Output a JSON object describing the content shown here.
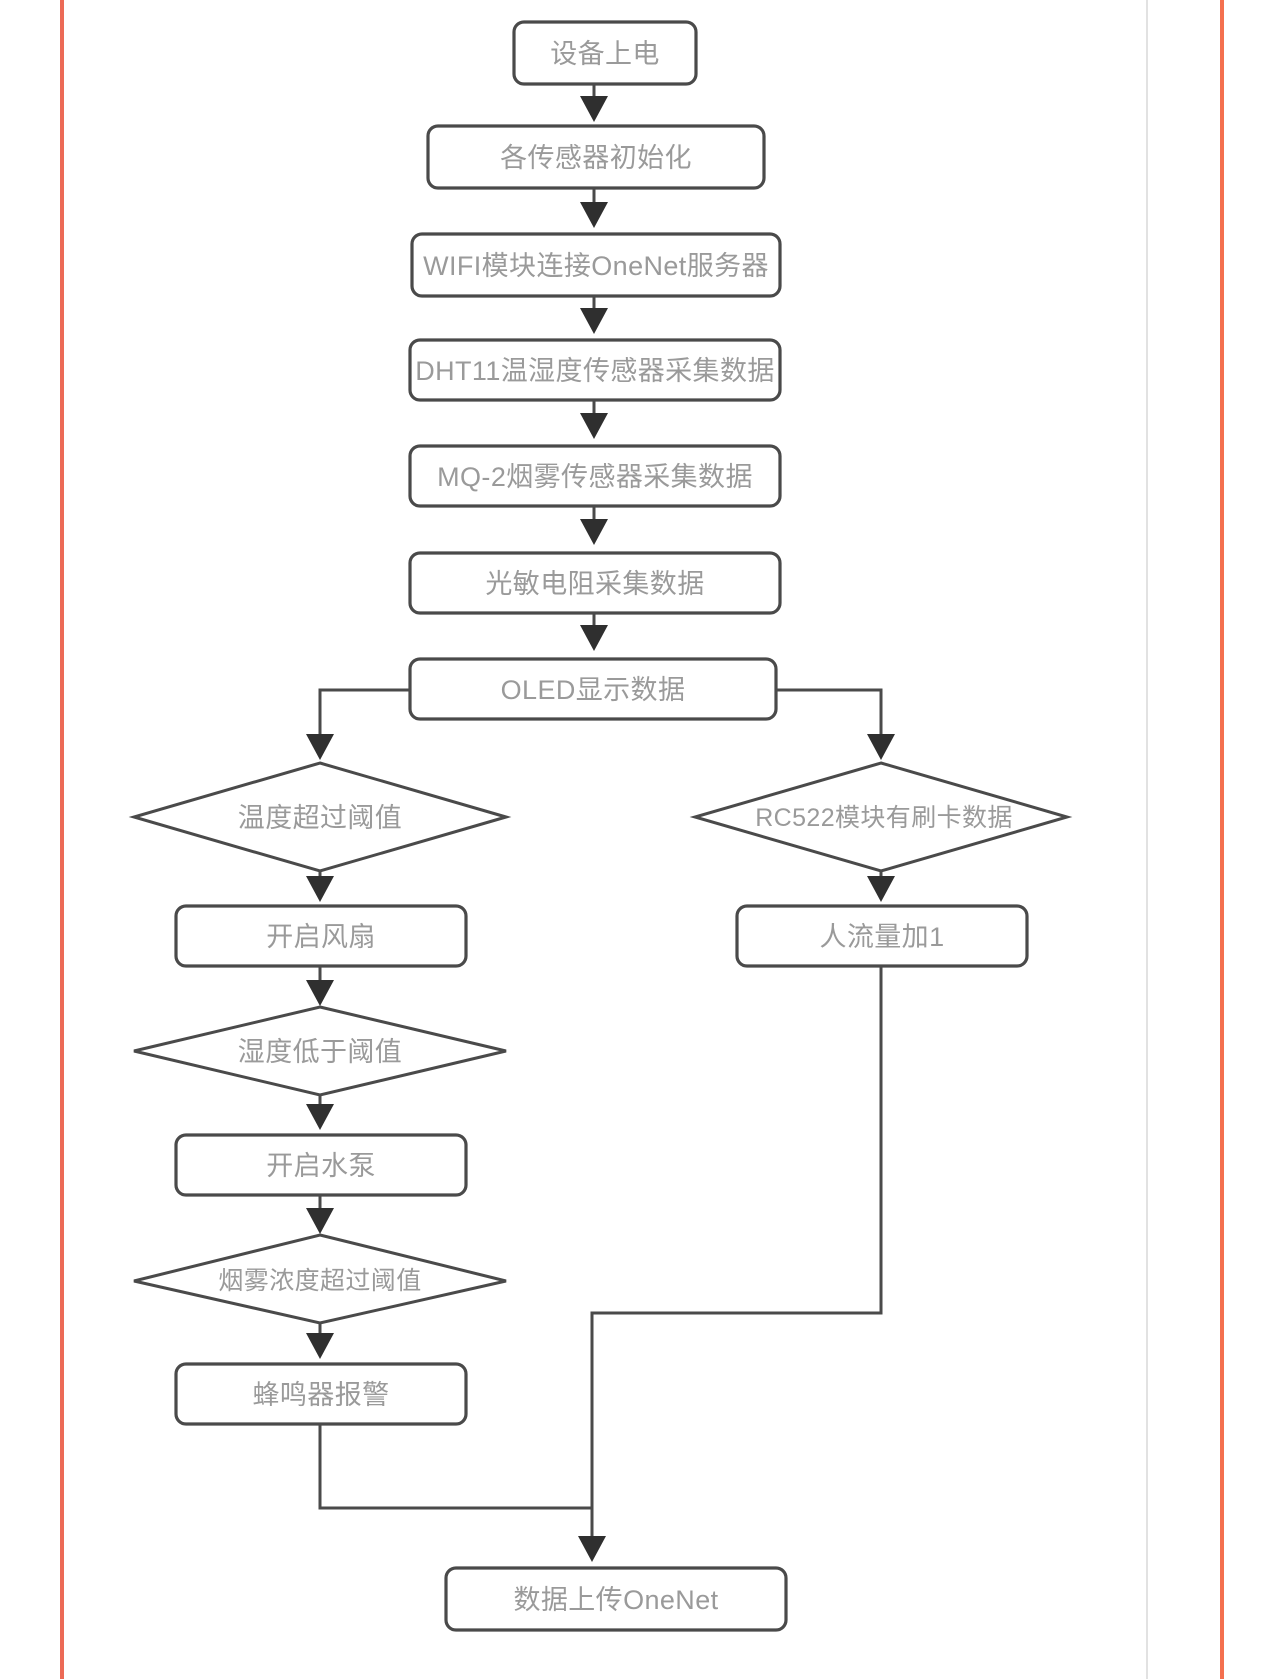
{
  "page": {
    "background_color": "#ffffff",
    "rules": [
      {
        "name": "left-margin-rule",
        "color": "#ec6a56"
      },
      {
        "name": "right-margin-rule",
        "color": "#f4704f"
      },
      {
        "name": "faint-inner-rule",
        "color": "#e2e2e2"
      }
    ]
  },
  "chart_data": {
    "type": "diagram",
    "diagram_kind": "flowchart",
    "title": "",
    "orientation": "top-to-bottom",
    "style": {
      "node_fill": "#ffffff",
      "node_stroke": "#4a4a4a",
      "text_color": "#9a9a9a",
      "connector_color": "#4a4a4a",
      "arrowhead_color": "#2f2f2f"
    },
    "nodes": [
      {
        "id": "n1",
        "shape": "rounded-rect",
        "label": "设备上电"
      },
      {
        "id": "n2",
        "shape": "rounded-rect",
        "label": "各传感器初始化"
      },
      {
        "id": "n3",
        "shape": "rounded-rect",
        "label": "WIFI模块连接OneNet服务器"
      },
      {
        "id": "n4",
        "shape": "rounded-rect",
        "label": "DHT11温湿度传感器采集数据"
      },
      {
        "id": "n5",
        "shape": "rounded-rect",
        "label": "MQ-2烟雾传感器采集数据"
      },
      {
        "id": "n6",
        "shape": "rounded-rect",
        "label": "光敏电阻采集数据"
      },
      {
        "id": "n7",
        "shape": "rounded-rect",
        "label": "OLED显示数据"
      },
      {
        "id": "d1",
        "shape": "diamond",
        "label": "温度超过阈值"
      },
      {
        "id": "n8",
        "shape": "rounded-rect",
        "label": "开启风扇"
      },
      {
        "id": "d2",
        "shape": "diamond",
        "label": "湿度低于阈值"
      },
      {
        "id": "n9",
        "shape": "rounded-rect",
        "label": "开启水泵"
      },
      {
        "id": "d3",
        "shape": "diamond",
        "label": "烟雾浓度超过阈值"
      },
      {
        "id": "n10",
        "shape": "rounded-rect",
        "label": "蜂鸣器报警"
      },
      {
        "id": "d4",
        "shape": "diamond",
        "label": "RC522模块有刷卡数据"
      },
      {
        "id": "n11",
        "shape": "rounded-rect",
        "label": "人流量加1"
      },
      {
        "id": "n12",
        "shape": "rounded-rect",
        "label": "数据上传OneNet"
      }
    ],
    "edges": [
      {
        "from": "n1",
        "to": "n2",
        "label": ""
      },
      {
        "from": "n2",
        "to": "n3",
        "label": ""
      },
      {
        "from": "n3",
        "to": "n4",
        "label": ""
      },
      {
        "from": "n4",
        "to": "n5",
        "label": ""
      },
      {
        "from": "n5",
        "to": "n6",
        "label": ""
      },
      {
        "from": "n6",
        "to": "n7",
        "label": ""
      },
      {
        "from": "n7",
        "to": "d1",
        "label": ""
      },
      {
        "from": "n7",
        "to": "d4",
        "label": ""
      },
      {
        "from": "d1",
        "to": "n8",
        "label": ""
      },
      {
        "from": "n8",
        "to": "d2",
        "label": ""
      },
      {
        "from": "d2",
        "to": "n9",
        "label": ""
      },
      {
        "from": "n9",
        "to": "d3",
        "label": ""
      },
      {
        "from": "d3",
        "to": "n10",
        "label": ""
      },
      {
        "from": "n10",
        "to": "n12",
        "label": ""
      },
      {
        "from": "d4",
        "to": "n11",
        "label": ""
      },
      {
        "from": "n11",
        "to": "n12",
        "label": ""
      }
    ]
  }
}
